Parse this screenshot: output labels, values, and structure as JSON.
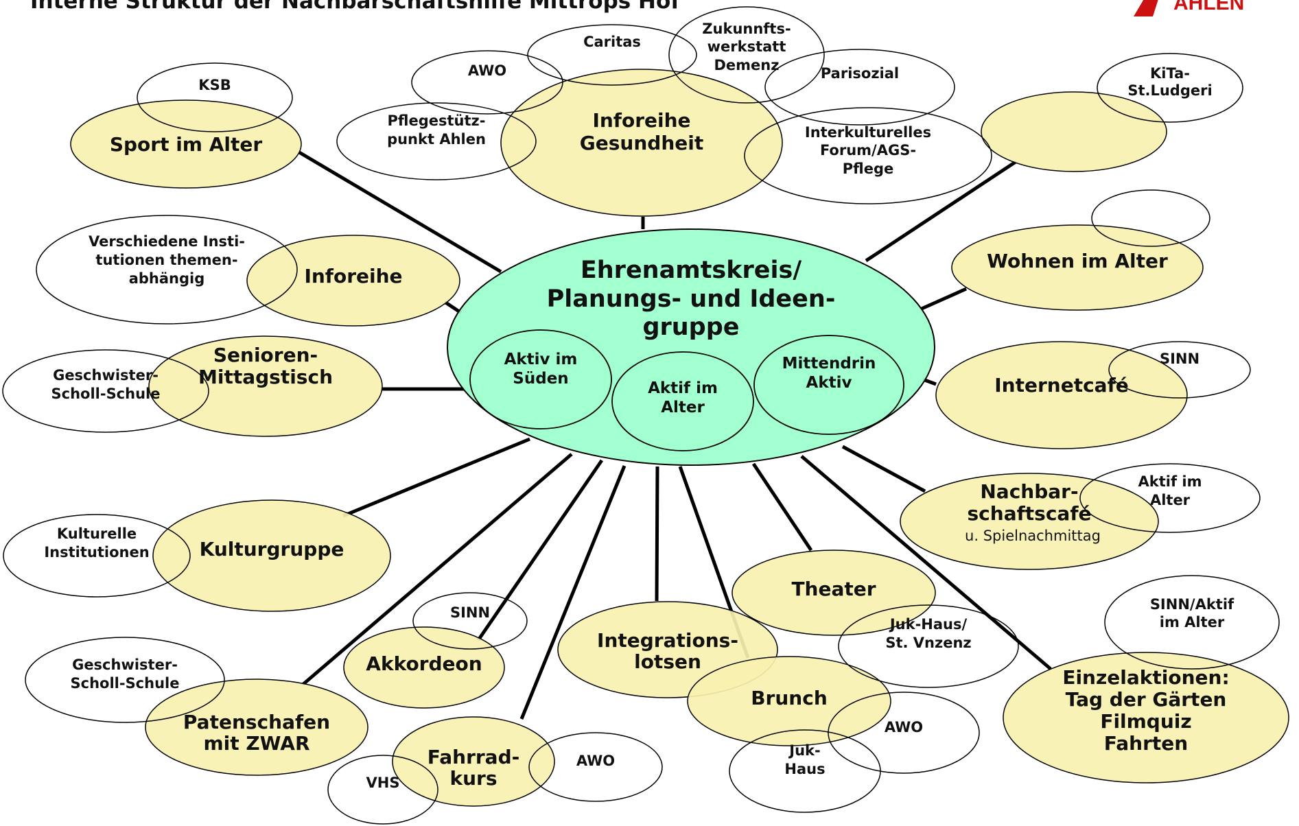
{
  "title": "Interne Struktur der Nachbarschaftshilfe Mittrops Hof",
  "logo_text": "AHLEN",
  "colors": {
    "center_fill": "#99ffcc",
    "group_fill": "#f8f1b0",
    "partner_fill": "none",
    "outline": "#000000",
    "logo_red": "#cc1111"
  },
  "center": {
    "lines": [
      "Ehrenamtskreis/",
      "Planungs- und Ideen-",
      "gruppe"
    ],
    "subgroups": [
      {
        "id": "aktiv-im-sueden",
        "lines": [
          "Aktiv im",
          "Süden"
        ]
      },
      {
        "id": "aktif-im-alter-center",
        "lines": [
          "Aktif im",
          "Alter"
        ]
      },
      {
        "id": "mittendrin-aktiv",
        "lines": [
          "Mittendrin",
          "Aktiv"
        ]
      }
    ]
  },
  "groups": [
    {
      "id": "inforeihe-gesundheit",
      "lines": [
        "Inforeihe",
        "Gesundheit"
      ]
    },
    {
      "id": "sport-im-alter",
      "lines": [
        "Sport im Alter"
      ]
    },
    {
      "id": "inforeihe",
      "lines": [
        "Inforeihe"
      ]
    },
    {
      "id": "senioren-mittagstisch",
      "lines": [
        "Senioren-",
        "Mittagstisch"
      ]
    },
    {
      "id": "kulturgruppe",
      "lines": [
        "Kulturgruppe"
      ]
    },
    {
      "id": "patenschafen",
      "lines": [
        "Patenschafen",
        "mit ZWAR"
      ]
    },
    {
      "id": "akkordeon",
      "lines": [
        "Akkordeon"
      ]
    },
    {
      "id": "fahrradkurs",
      "lines": [
        "Fahrrad-",
        "kurs"
      ]
    },
    {
      "id": "integrationslotsen",
      "lines": [
        "Integrations-",
        "lotsen"
      ]
    },
    {
      "id": "brunch",
      "lines": [
        "Brunch"
      ]
    },
    {
      "id": "theater",
      "lines": [
        "Theater"
      ]
    },
    {
      "id": "einzelaktionen",
      "lines": [
        "Einzelaktionen:",
        "Tag der Gärten",
        "Filmquiz",
        "Fahrten"
      ]
    },
    {
      "id": "nachbarschaftscafe",
      "lines": [
        "Nachbar-",
        "schaftscafé"
      ],
      "subline": "u. Spielnachmittag"
    },
    {
      "id": "internetcafe",
      "lines": [
        "Internetcafé"
      ]
    },
    {
      "id": "wohnen-im-alter",
      "lines": [
        "Wohnen im Alter"
      ]
    },
    {
      "id": "kita-group",
      "lines": []
    }
  ],
  "partners": [
    {
      "id": "caritas",
      "lines": [
        "Caritas"
      ]
    },
    {
      "id": "zukunftswerkstatt",
      "lines": [
        "Zukunnfts-",
        "werkstatt",
        "Demenz"
      ]
    },
    {
      "id": "awo-top",
      "lines": [
        "AWO"
      ]
    },
    {
      "id": "parisozial",
      "lines": [
        "Parisozial"
      ]
    },
    {
      "id": "pflegestuetzpunkt",
      "lines": [
        "Pflegestütz-",
        "punkt Ahlen"
      ]
    },
    {
      "id": "interkulturelles-forum",
      "lines": [
        "Interkulturelles",
        "Forum/AGS-",
        "Pflege"
      ]
    },
    {
      "id": "ksb",
      "lines": [
        "KSB"
      ]
    },
    {
      "id": "kita-st-ludgeri",
      "lines": [
        "KiTa-",
        "St.Ludgeri"
      ]
    },
    {
      "id": "verschiedene-institutionen",
      "lines": [
        "Verschiedene Insti-",
        "tutionen themen-",
        "abhängig"
      ]
    },
    {
      "id": "wohnen-partner",
      "lines": []
    },
    {
      "id": "geschwister-scholl-1",
      "lines": [
        "Geschwister-",
        "Scholl-Schule"
      ]
    },
    {
      "id": "sinn-internet",
      "lines": [
        "SINN"
      ]
    },
    {
      "id": "kulturelle-institutionen",
      "lines": [
        "Kulturelle",
        "Institutionen"
      ]
    },
    {
      "id": "aktif-im-alter-partner",
      "lines": [
        "Aktif im",
        "Alter"
      ]
    },
    {
      "id": "sinn-akkordeon",
      "lines": [
        "SINN"
      ]
    },
    {
      "id": "sinn-aktif",
      "lines": [
        "SINN/Aktif",
        "im Alter"
      ]
    },
    {
      "id": "geschwister-scholl-2",
      "lines": [
        "Geschwister-",
        "Scholl-Schule"
      ]
    },
    {
      "id": "juk-haus-st-vinzenz",
      "lines": [
        "Juk-Haus/",
        "St. Vnzenz"
      ]
    },
    {
      "id": "awo-brunch",
      "lines": [
        "AWO"
      ]
    },
    {
      "id": "juk-haus",
      "lines": [
        "Juk-",
        "Haus"
      ]
    },
    {
      "id": "awo-fahrrad",
      "lines": [
        "AWO"
      ]
    },
    {
      "id": "vhs",
      "lines": [
        "VHS"
      ]
    }
  ]
}
